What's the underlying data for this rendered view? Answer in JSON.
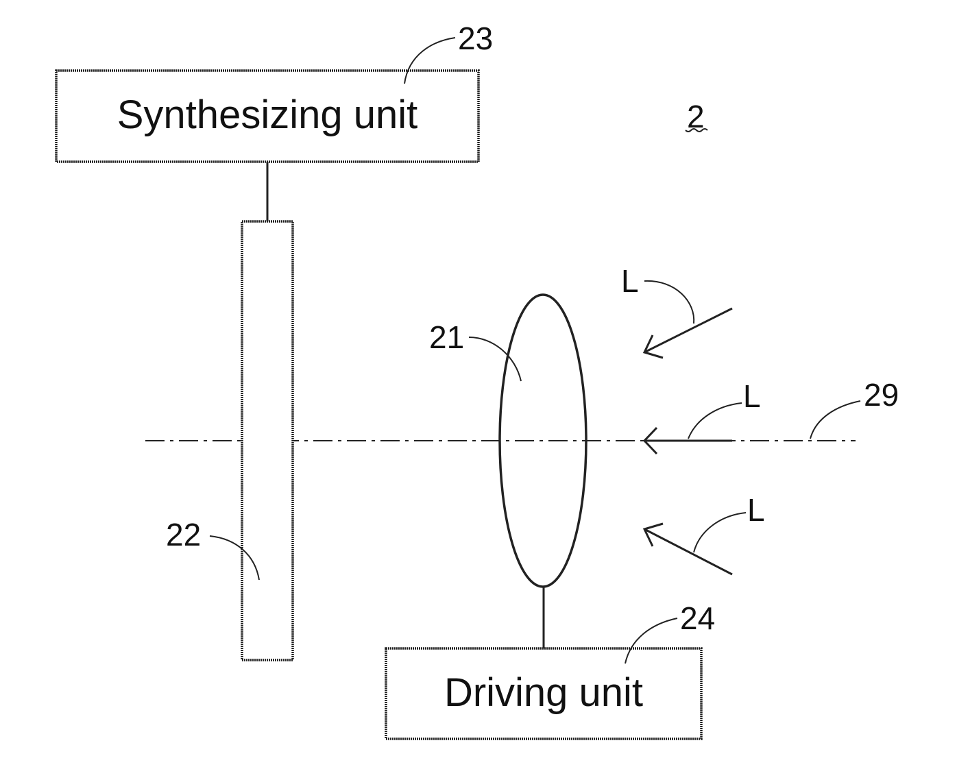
{
  "figure": {
    "figure_ref": "2",
    "synthesizing_unit": {
      "label": "Synthesizing unit",
      "ref": "23"
    },
    "driving_unit": {
      "label": "Driving unit",
      "ref": "24"
    },
    "lens": {
      "ref": "21"
    },
    "sensor": {
      "ref": "22"
    },
    "optical_axis": {
      "ref": "29"
    },
    "light_rays": [
      {
        "label": "L"
      },
      {
        "label": "L"
      },
      {
        "label": "L"
      }
    ]
  }
}
